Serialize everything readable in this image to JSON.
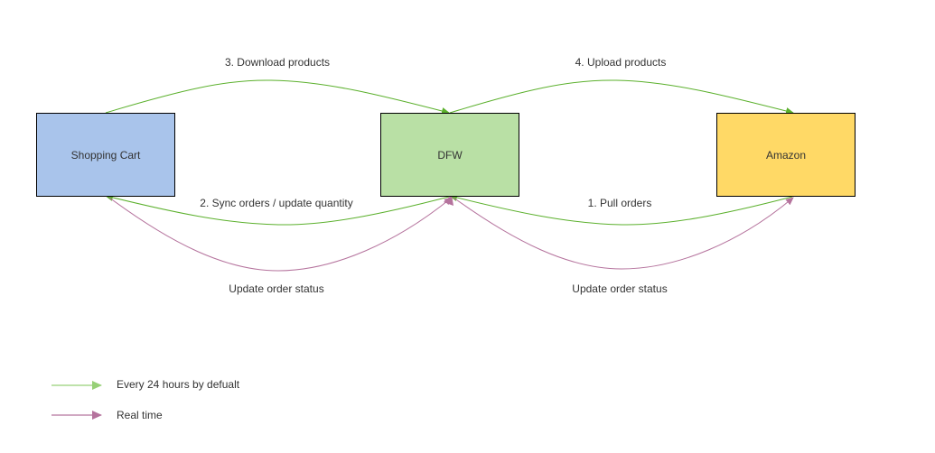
{
  "nodes": {
    "shopping_cart": {
      "label": "Shopping Cart",
      "fill": "#a9c4eb"
    },
    "dfw": {
      "label": "DFW",
      "fill": "#b9e0a5"
    },
    "amazon": {
      "label": "Amazon",
      "fill": "#ffd966"
    }
  },
  "edges": {
    "download_products": {
      "label": "3. Download products",
      "from": "Shopping Cart",
      "to": "DFW",
      "type": "scheduled"
    },
    "upload_products": {
      "label": "4. Upload products",
      "from": "DFW",
      "to": "Amazon",
      "type": "scheduled"
    },
    "sync_orders": {
      "label": "2. Sync orders / update quantity",
      "from": "DFW",
      "to": "Shopping Cart",
      "type": "scheduled"
    },
    "pull_orders": {
      "label": "1. Pull orders",
      "from": "Amazon",
      "to": "DFW",
      "type": "scheduled"
    },
    "update_status_cart": {
      "label": "Update order status",
      "from": "DFW/Shopping Cart",
      "to": "both",
      "type": "realtime"
    },
    "update_status_amazon": {
      "label": "Update order status",
      "from": "DFW/Amazon",
      "to": "both",
      "type": "realtime"
    }
  },
  "legend": {
    "scheduled": {
      "label": "Every 24 hours by defualt",
      "color": "#97d077"
    },
    "realtime": {
      "label": "Real time",
      "color": "#b5739d"
    }
  },
  "colors": {
    "scheduled_edge": "#5bb02c",
    "realtime_edge": "#b5739d",
    "border": "#000000"
  }
}
